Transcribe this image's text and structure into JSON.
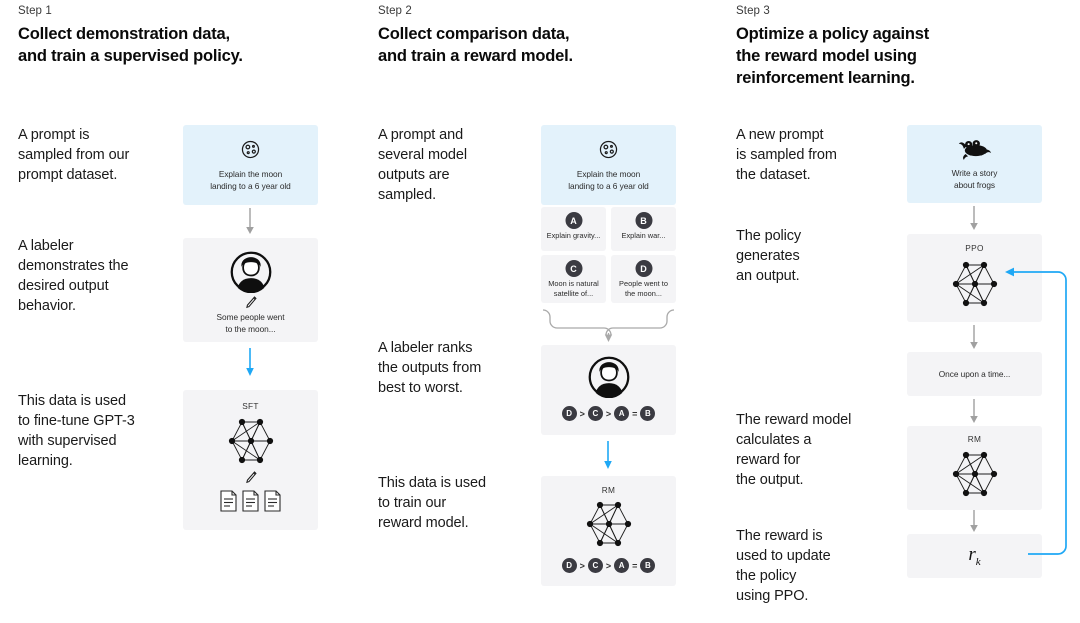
{
  "diagram": {
    "title": "InstructGPT / RLHF three-step training process",
    "palette": {
      "prompt_box": "#e3f2fb",
      "neutral_box": "#f4f4f6",
      "accent_blue": "#1fa8f5",
      "arrow_gray": "#9a9a9a",
      "badge_dark": "#3b3b42",
      "text": "#0d0d0d"
    }
  },
  "columns": [
    {
      "step_label": "Step 1",
      "title": "Collect demonstration data,\nand train a supervised policy.",
      "paragraphs": [
        "A prompt is\nsampled from our\nprompt dataset.",
        "A labeler\ndemonstrates the\ndesired output\nbehavior.",
        "This data is used\nto fine-tune GPT-3\nwith supervised\nlearning."
      ],
      "nodes": [
        {
          "kind": "prompt",
          "icon": "moon-icon",
          "caption": "Explain the moon\nlanding to a 6 year old"
        },
        {
          "kind": "labeler",
          "icon": "labeler-avatar-icon",
          "sub_icon": "pencil-icon",
          "caption": "Some people went\nto the moon..."
        },
        {
          "kind": "model",
          "icon": "neural-net-icon",
          "tag": "SFT",
          "sub_icon": "pencil-icon",
          "caption": "",
          "extra_icon": "documents-icon"
        }
      ]
    },
    {
      "step_label": "Step 2",
      "title": "Collect comparison data,\nand train a reward model.",
      "paragraphs": [
        "A prompt and\nseveral model\noutputs are\nsampled.",
        "A labeler ranks\nthe outputs from\nbest to worst.",
        "This data is used\nto train our\nreward model."
      ],
      "prompt": {
        "icon": "moon-icon",
        "caption": "Explain the moon\nlanding to a 6 year old"
      },
      "options": [
        {
          "badge": "A",
          "text": "Explain gravity..."
        },
        {
          "badge": "B",
          "text": "Explain war..."
        },
        {
          "badge": "C",
          "text": "Moon is natural\nsatellite of..."
        },
        {
          "badge": "D",
          "text": "People went to\nthe moon..."
        }
      ],
      "ranking": [
        "D",
        ">",
        "C",
        ">",
        "A",
        "=",
        "B"
      ],
      "labeler_icon": "labeler-avatar-icon",
      "reward_model": {
        "tag": "RM",
        "icon": "neural-net-icon",
        "ranking": [
          "D",
          ">",
          "C",
          ">",
          "A",
          "=",
          "B"
        ]
      }
    },
    {
      "step_label": "Step 3",
      "title": "Optimize a policy against\nthe reward model using\nreinforcement learning.",
      "paragraphs": [
        "A new prompt\nis sampled from\nthe dataset.",
        "The policy\ngenerates\nan output.",
        "The reward model\ncalculates a\nreward for\nthe output.",
        "The reward is\nused to update\nthe policy\nusing PPO."
      ],
      "nodes": [
        {
          "kind": "prompt",
          "icon": "frog-icon",
          "caption": "Write a story\nabout frogs"
        },
        {
          "kind": "model",
          "tag": "PPO",
          "icon": "neural-net-icon"
        },
        {
          "kind": "output",
          "caption": "Once upon a time..."
        },
        {
          "kind": "model",
          "tag": "RM",
          "icon": "neural-net-icon"
        },
        {
          "kind": "reward",
          "symbol": "r",
          "subscript": "k"
        }
      ]
    }
  ]
}
